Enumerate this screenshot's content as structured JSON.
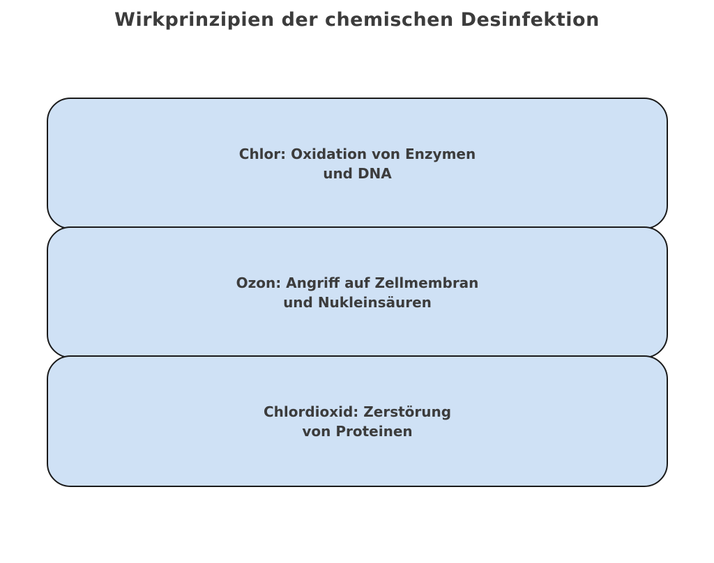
{
  "title": "Wirkprinzipien der chemischen Desinfektion",
  "diagram": {
    "type": "stacked-rounded-boxes",
    "nodes": [
      {
        "id": "chlor",
        "line1": "Chlor: Oxidation von Enzymen",
        "line2": "und DNA"
      },
      {
        "id": "ozon",
        "line1": "Ozon: Angriff auf Zellmembran",
        "line2": "und Nukleinsäuren"
      },
      {
        "id": "chlordioxid",
        "line1": "Chlordioxid: Zerstörung",
        "line2": "von Proteinen"
      }
    ]
  },
  "colors": {
    "background": "#ffffff",
    "box_fill": "#cfe1f5",
    "box_border": "#1a1a1a",
    "text": "#3c3c3c"
  }
}
